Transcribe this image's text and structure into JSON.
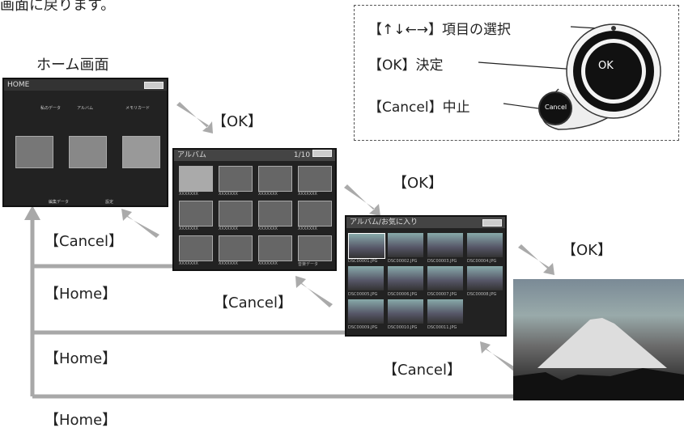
{
  "top_text": "画面に戻ります。",
  "home_label": "ホーム画面",
  "home_screen": {
    "title": "HOME",
    "items": [
      "私のデータ",
      "アルバム",
      "メモリカード",
      "編集データ",
      "設定"
    ]
  },
  "album_screen": {
    "title": "アルバム",
    "page": "1/10",
    "captions": [
      "XXXXXXX",
      "XXXXXXX",
      "XXXXXXX",
      "XXXXXXX",
      "XXXXXXX",
      "XXXXXXX",
      "XXXXXXX",
      "XXXXXXX",
      "XXXXXXX",
      "XXXXXXX",
      "XXXXXXX",
      "音楽データ"
    ]
  },
  "fav_screen": {
    "title": "アルバム/お気に入り",
    "captions": [
      "DSC00001.JPG",
      "DSC00002.JPG",
      "DSC00003.JPG",
      "DSC00004.JPG",
      "DSC00005.JPG",
      "DSC00006.JPG",
      "DSC00007.JPG",
      "DSC00008.JPG",
      "DSC00009.JPG",
      "DSC00010.JPG",
      "DSC00011.JPG"
    ]
  },
  "legend": {
    "select": "【↑↓←→】項目の選択",
    "ok": "【OK】決定",
    "cancel": "【Cancel】中止",
    "ok_button": "OK",
    "cancel_button": "Cancel"
  },
  "labels": {
    "ok1": "【OK】",
    "ok2": "【OK】",
    "ok3": "【OK】",
    "cancel1": "【Cancel】",
    "cancel2": "【Cancel】",
    "cancel3": "【Cancel】",
    "home1": "【Home】",
    "home2": "【Home】",
    "home3": "【Home】"
  }
}
